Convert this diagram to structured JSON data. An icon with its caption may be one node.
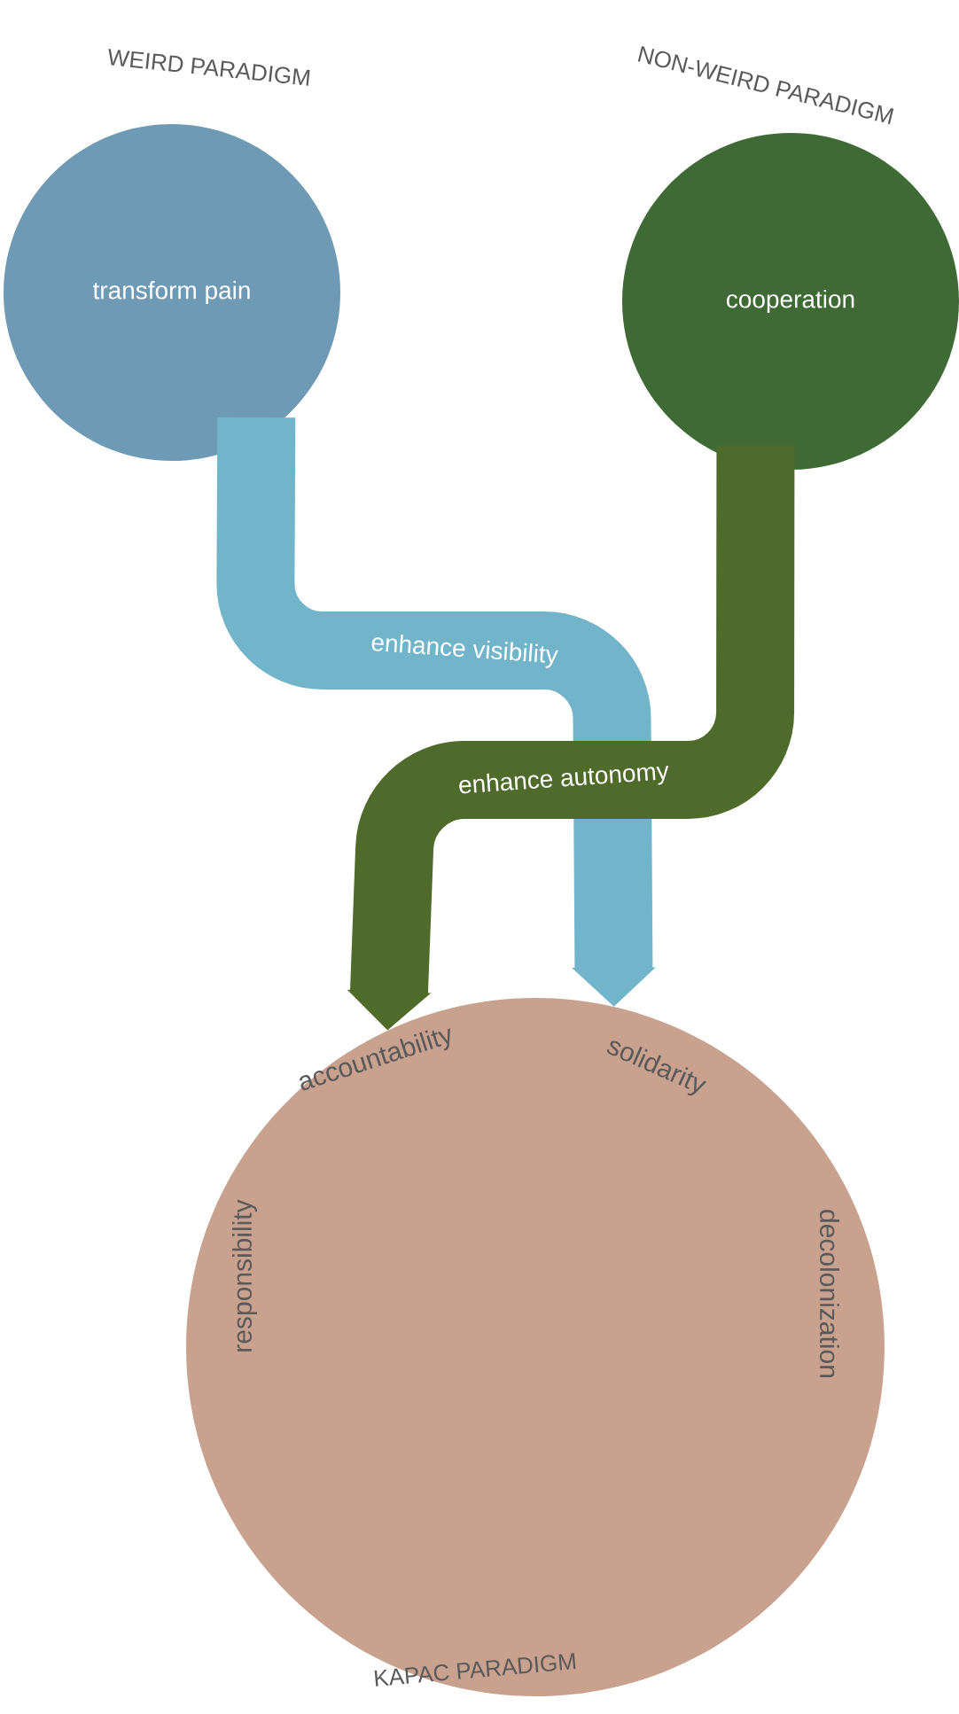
{
  "diagram": {
    "nodes": [
      {
        "text": [
          "WEIRD PARADIGM",
          "transform pain"
        ]
      },
      {
        "text": [
          "NON-WEIRD PARADIGM",
          "cooperation"
        ]
      },
      {
        "text": [
          "accountability",
          "solidarity",
          "responsibility",
          "decolonization",
          "KAPAC PARADIGM"
        ]
      }
    ],
    "edges": [
      {
        "from": 0,
        "to": 2,
        "arrow": "to",
        "label": "enhance visibility",
        "color": "#72b4c9"
      },
      {
        "from": 1,
        "to": 2,
        "arrow": "to",
        "label": "enhance autonomy",
        "color": "#4f6b2c"
      }
    ]
  }
}
